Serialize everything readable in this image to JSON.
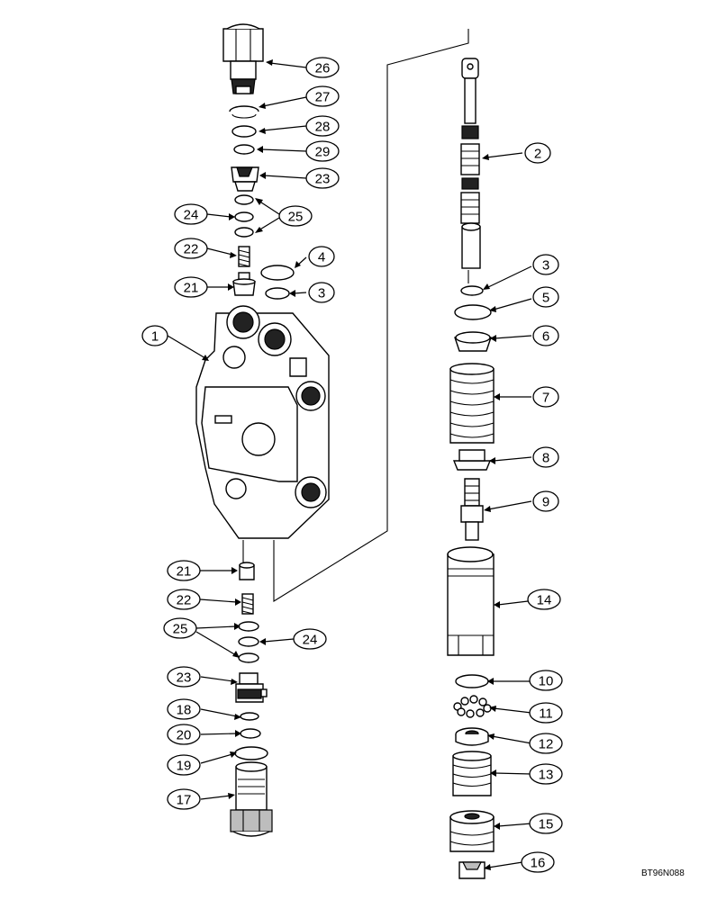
{
  "drawing_ref": "BT96N088",
  "colors": {
    "ink": "#000000",
    "paper": "#ffffff",
    "shade": "#bdbdbd"
  },
  "callouts": [
    {
      "id": "c26",
      "label": "26"
    },
    {
      "id": "c27",
      "label": "27"
    },
    {
      "id": "c28",
      "label": "28"
    },
    {
      "id": "c29",
      "label": "29"
    },
    {
      "id": "c23a",
      "label": "23"
    },
    {
      "id": "c24a",
      "label": "24"
    },
    {
      "id": "c25a",
      "label": "25"
    },
    {
      "id": "c22a",
      "label": "22"
    },
    {
      "id": "c4",
      "label": "4"
    },
    {
      "id": "c3a",
      "label": "3"
    },
    {
      "id": "c21a",
      "label": "21"
    },
    {
      "id": "c1",
      "label": "1"
    },
    {
      "id": "c21b",
      "label": "21"
    },
    {
      "id": "c22b",
      "label": "22"
    },
    {
      "id": "c25b",
      "label": "25"
    },
    {
      "id": "c24b",
      "label": "24"
    },
    {
      "id": "c23b",
      "label": "23"
    },
    {
      "id": "c18",
      "label": "18"
    },
    {
      "id": "c20",
      "label": "20"
    },
    {
      "id": "c19",
      "label": "19"
    },
    {
      "id": "c17",
      "label": "17"
    },
    {
      "id": "c2",
      "label": "2"
    },
    {
      "id": "c3b",
      "label": "3"
    },
    {
      "id": "c5",
      "label": "5"
    },
    {
      "id": "c6",
      "label": "6"
    },
    {
      "id": "c7",
      "label": "7"
    },
    {
      "id": "c8",
      "label": "8"
    },
    {
      "id": "c9",
      "label": "9"
    },
    {
      "id": "c14",
      "label": "14"
    },
    {
      "id": "c10",
      "label": "10"
    },
    {
      "id": "c11",
      "label": "11"
    },
    {
      "id": "c12",
      "label": "12"
    },
    {
      "id": "c13",
      "label": "13"
    },
    {
      "id": "c15",
      "label": "15"
    },
    {
      "id": "c16",
      "label": "16"
    }
  ]
}
